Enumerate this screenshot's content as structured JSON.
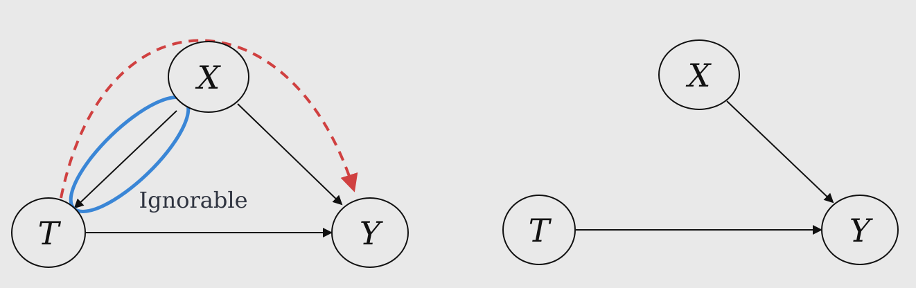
{
  "colors": {
    "background": "#e9e9e9",
    "edge": "#111111",
    "node_stroke": "#111111",
    "highlight_ellipse": "#3a86d6",
    "dashed_arrow": "#d04040",
    "annotation_text": "#2f3440"
  },
  "left_graph": {
    "nodes": {
      "x": "X",
      "t": "T",
      "y": "Y"
    },
    "annotation": "Ignorable"
  },
  "right_graph": {
    "nodes": {
      "x": "X",
      "t": "T",
      "y": "Y"
    }
  }
}
